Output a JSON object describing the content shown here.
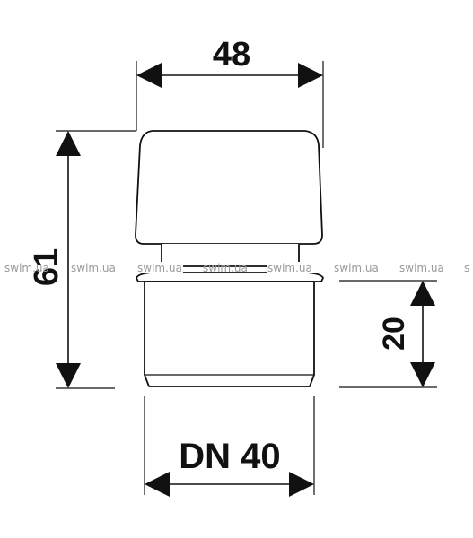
{
  "dimensions": {
    "width_label": "48",
    "height_label": "61",
    "socket_depth_label": "20",
    "nominal_diameter_label": "DN 40"
  },
  "watermark": {
    "text": "swim.ua",
    "partial": "s"
  },
  "colors": {
    "line": "#111111",
    "watermark": "#9a9a9a",
    "background": "#ffffff"
  }
}
